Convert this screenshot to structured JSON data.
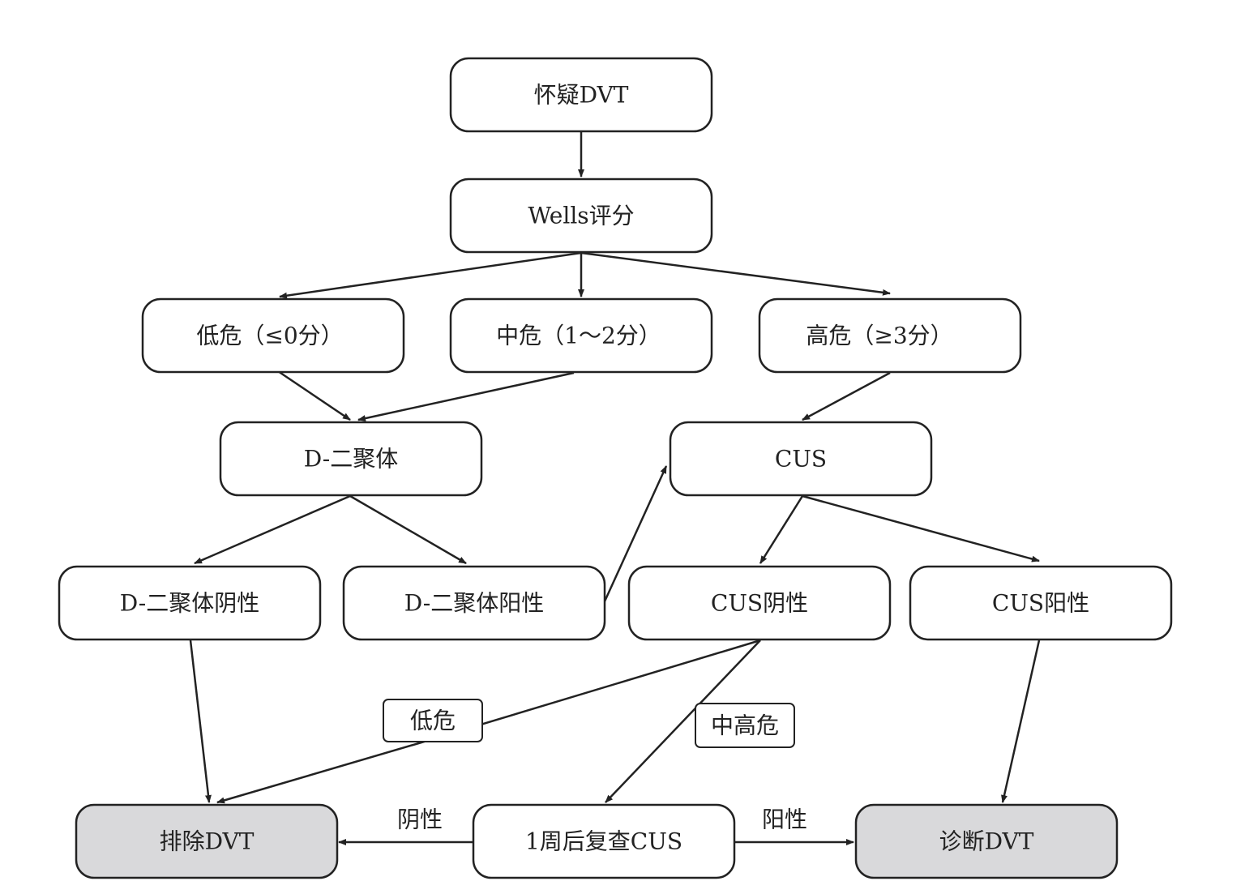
{
  "nodes": {
    "suspect": "怀疑DVT",
    "wells": "Wells评分",
    "low": "低危（≤0分）",
    "mid": "中危（1～2分）",
    "high": "高危（≥3分）",
    "ddimer": "D-二聚体",
    "cus": "CUS",
    "ddimer_neg": "D-二聚体阴性",
    "ddimer_pos": "D-二聚体阳性",
    "cus_neg": "CUS阴性",
    "cus_pos": "CUS阳性",
    "exclude": "排除DVT",
    "recheck": "1周后复查CUS",
    "diagnose": "诊断DVT"
  },
  "edge_labels": {
    "low_risk": "低危",
    "mid_high_risk": "中高危",
    "negative": "阴性",
    "positive": "阳性"
  },
  "colors": {
    "box_fill": "#ffffff",
    "terminal_fill": "#d9d9db",
    "stroke": "#222222"
  }
}
